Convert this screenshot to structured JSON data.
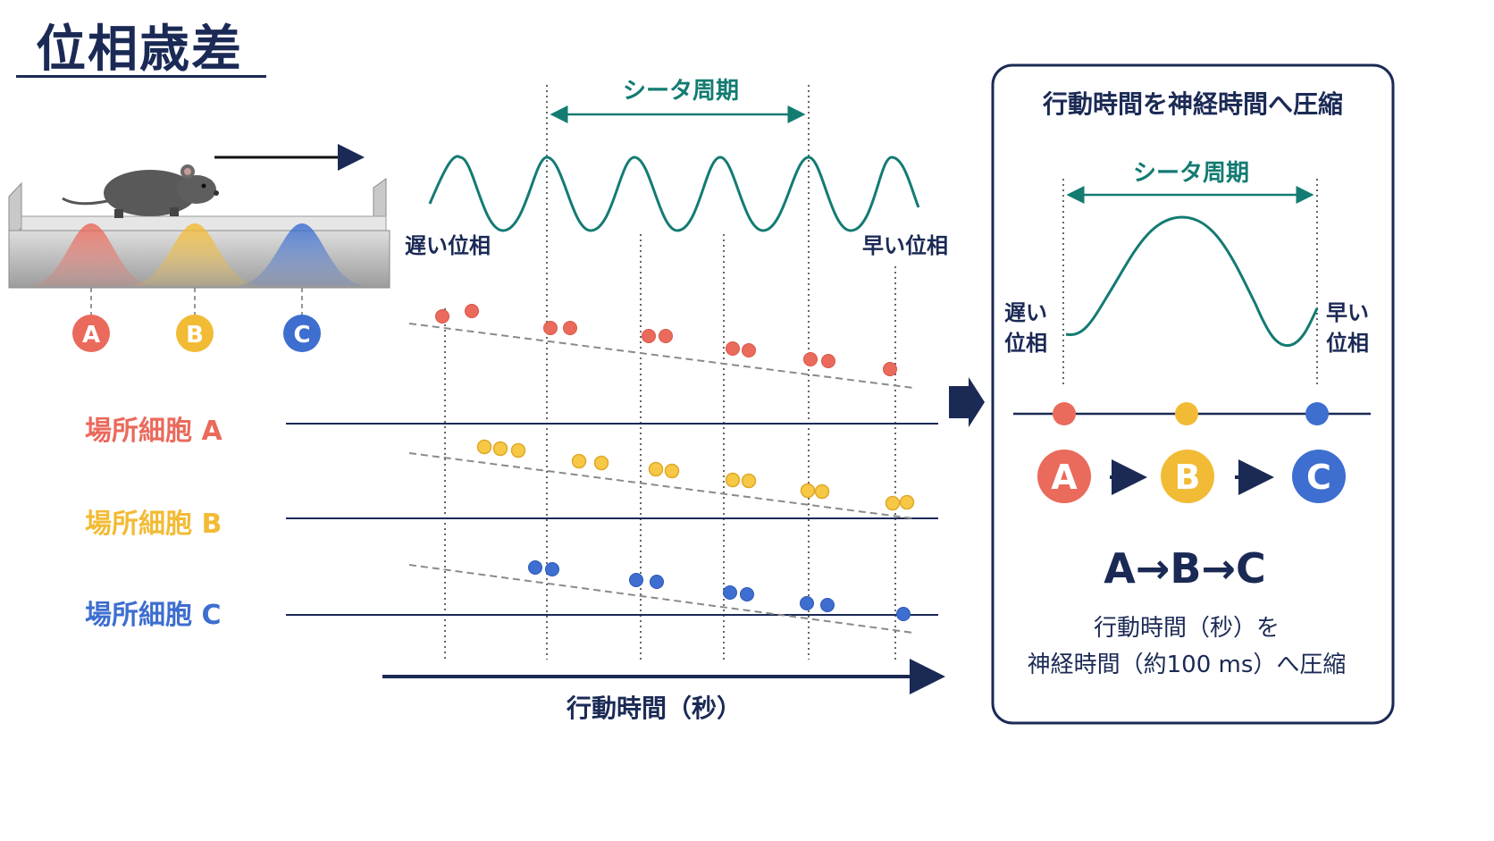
{
  "title": "位相歳差",
  "colors": {
    "navy": "#1b2a55",
    "teal": "#137b72",
    "cell_a": "#ea6a5c",
    "cell_b": "#f2bb35",
    "cell_c": "#3d6ed0",
    "guide": "#7b7b7b",
    "box_border": "#1b2a55"
  },
  "left": {
    "theta_period_label": "シータ周期",
    "late_phase_label": "遅い位相",
    "early_phase_label": "早い位相",
    "time_axis_label": "行動時間（秒）",
    "track_markers": [
      "A",
      "B",
      "C"
    ],
    "cells": [
      {
        "label": "場所細胞 A",
        "color": "#ea6a5c"
      },
      {
        "label": "場所細胞 B",
        "color": "#f2bb35"
      },
      {
        "label": "場所細胞 C",
        "color": "#3d6ed0"
      }
    ],
    "icons": {
      "animal": "mouse-icon",
      "direction": "arrow-right-icon"
    }
  },
  "right": {
    "header": "行動時間を神経時間へ圧縮",
    "theta_period_label": "シータ周期",
    "late_phase_label_line1": "遅い",
    "late_phase_label_line2": "位相",
    "early_phase_label_line1": "早い",
    "early_phase_label_line2": "位相",
    "sequence": [
      "A",
      "B",
      "C"
    ],
    "sequence_text": "A→B→C",
    "caption_line1": "行動時間（秒）を",
    "caption_line2": "神経時間（約100 ms）へ圧縮"
  }
}
